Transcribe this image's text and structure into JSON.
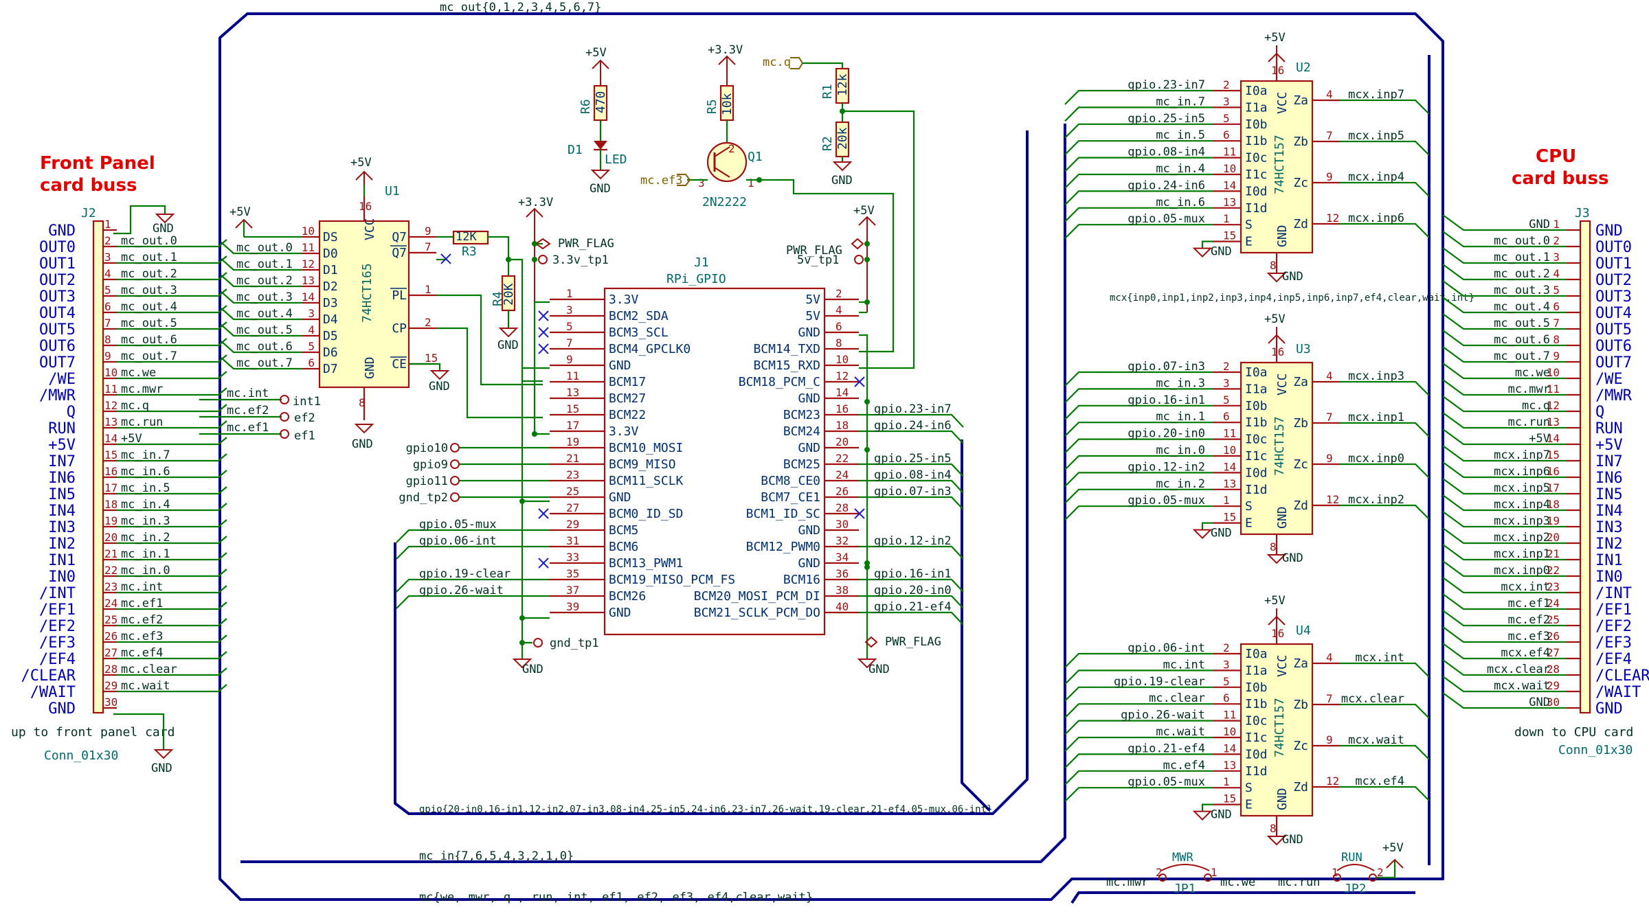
{
  "titles": {
    "front_panel_line1": "Front Panel",
    "front_panel_line2": "card buss",
    "cpu_line1": "CPU",
    "cpu_line2": "card buss"
  },
  "connectors": {
    "J2": {
      "ref": "J2",
      "value": "Conn_01x30",
      "desc": "up to front panel card",
      "labels": [
        "GND",
        "OUT0",
        "OUT1",
        "OUT2",
        "OUT3",
        "OUT4",
        "OUT5",
        "OUT6",
        "OUT7",
        "/WE",
        "/MWR",
        "Q",
        "RUN",
        "+5V",
        "IN7",
        "IN6",
        "IN5",
        "IN4",
        "IN3",
        "IN2",
        "IN1",
        "IN0",
        "/INT",
        "/EF1",
        "/EF2",
        "/EF3",
        "/EF4",
        "/CLEAR",
        "/WAIT",
        "GND"
      ],
      "nets": [
        "",
        "mc_out.0",
        "mc_out.1",
        "mc_out.2",
        "mc_out.3",
        "mc_out.4",
        "mc_out.5",
        "mc_out.6",
        "mc_out.7",
        "mc.we",
        "mc.mwr",
        "mc.q",
        "mc.run",
        "+5V",
        "mc_in.7",
        "mc_in.6",
        "mc_in.5",
        "mc_in.4",
        "mc_in.3",
        "mc_in.2",
        "mc_in.1",
        "mc_in.0",
        "mc.int",
        "mc.ef1",
        "mc.ef2",
        "mc.ef3",
        "mc.ef4",
        "mc.clear",
        "mc.wait",
        ""
      ]
    },
    "J3": {
      "ref": "J3",
      "value": "Conn_01x30",
      "desc": "down to CPU card",
      "labels": [
        "GND",
        "OUT0",
        "OUT1",
        "OUT2",
        "OUT3",
        "OUT4",
        "OUT5",
        "OUT6",
        "OUT7",
        "/WE",
        "/MWR",
        "Q",
        "RUN",
        "+5V",
        "IN7",
        "IN6",
        "IN5",
        "IN4",
        "IN3",
        "IN2",
        "IN1",
        "IN0",
        "/INT",
        "/EF1",
        "/EF2",
        "/EF3",
        "/EF4",
        "/CLEAR",
        "/WAIT",
        "GND"
      ],
      "nets": [
        "GND",
        "mc_out.0",
        "mc_out.1",
        "mc_out.2",
        "mc_out.3",
        "mc_out.4",
        "mc_out.5",
        "mc_out.6",
        "mc_out.7",
        "mc.we",
        "mc.mwr",
        "mc.q",
        "mc.run",
        "+5V",
        "mcx.inp7",
        "mcx.inp6",
        "mcx.inp5",
        "mcx.inp4",
        "mcx.inp3",
        "mcx.inp2",
        "mcx.inp1",
        "mcx.inp0",
        "mcx.int",
        "mc.ef1",
        "mc.ef2",
        "mc.ef3",
        "mcx.ef4",
        "mcx.clear",
        "mcx.wait",
        "GND"
      ]
    }
  },
  "u1": {
    "ref": "U1",
    "value": "74HCT165",
    "left_pins": [
      [
        "DS",
        "10"
      ],
      [
        "D0",
        "11"
      ],
      [
        "D1",
        "12"
      ],
      [
        "D2",
        "13"
      ],
      [
        "D3",
        "14"
      ],
      [
        "D4",
        "3"
      ],
      [
        "D5",
        "4"
      ],
      [
        "D6",
        "5"
      ],
      [
        "D7",
        "6"
      ]
    ],
    "left_nets": [
      "mc_out.0",
      "mc_out.1",
      "mc_out.2",
      "mc_out.3",
      "mc_out.4",
      "mc_out.5",
      "mc_out.6",
      "mc_out.7"
    ],
    "right_pins": [
      [
        "Q7",
        "9"
      ],
      [
        "Q7",
        "7"
      ],
      [
        "PL",
        "1"
      ],
      [
        "CP",
        "2"
      ],
      [
        "CE",
        "15"
      ]
    ],
    "vcc": "VCC",
    "vcc_pin": "16",
    "gnd": "GND",
    "gnd_pin": "8"
  },
  "flags": {
    "int1": "int1",
    "ef2_tp": "ef2",
    "ef1_tp": "ef1",
    "int_net": "mc.int",
    "ef2_net": "mc.ef2",
    "ef1_net": "mc.ef1"
  },
  "power": {
    "p5v": "+5V",
    "p33v": "+3.3V",
    "gnd": "GND",
    "pwr_flag": "PWR_FLAG",
    "tp_33": "3.3v_tp1",
    "tp_5v": "5v_tp1",
    "tp_gnd": "gnd_tp1",
    "tp_gnd2": "gnd_tp2"
  },
  "passives": {
    "R6": {
      "ref": "R6",
      "value": "470"
    },
    "D1": {
      "ref": "D1",
      "value": "LED"
    },
    "R5": {
      "ref": "R5",
      "value": "10k"
    },
    "Q1": {
      "ref": "Q1",
      "value": "2N2222",
      "base_net": "mc.ef3"
    },
    "R1": {
      "ref": "R1",
      "value": "12k",
      "net": "mc.q"
    },
    "R2": {
      "ref": "R2",
      "value": "20k"
    },
    "R3": {
      "ref": "R3",
      "value": "12K"
    },
    "R4": {
      "ref": "R4",
      "value": "20K"
    }
  },
  "j1": {
    "ref": "J1",
    "value": "RPi_GPIO",
    "left": [
      [
        "3.3V",
        "1"
      ],
      [
        "BCM2_SDA",
        "3"
      ],
      [
        "BCM3_SCL",
        "5"
      ],
      [
        "BCM4_GPCLK0",
        "7"
      ],
      [
        "GND",
        "9"
      ],
      [
        "BCM17",
        "11"
      ],
      [
        "BCM27",
        "13"
      ],
      [
        "BCM22",
        "15"
      ],
      [
        "3.3V",
        "17"
      ],
      [
        "BCM10_MOSI",
        "19"
      ],
      [
        "BCM9_MISO",
        "21"
      ],
      [
        "BCM11_SCLK",
        "23"
      ],
      [
        "GND",
        "25"
      ],
      [
        "BCM0_ID_SD",
        "27"
      ],
      [
        "BCM5",
        "29"
      ],
      [
        "BCM6",
        "31"
      ],
      [
        "BCM13_PWM1",
        "33"
      ],
      [
        "BCM19_MISO_PCM_FS",
        "35"
      ],
      [
        "BCM26",
        "37"
      ],
      [
        "GND",
        "39"
      ]
    ],
    "right": [
      [
        "5V",
        "2"
      ],
      [
        "5V",
        "4"
      ],
      [
        "GND",
        "6"
      ],
      [
        "BCM14_TXD",
        "8"
      ],
      [
        "BCM15_RXD",
        "10"
      ],
      [
        "BCM18_PCM_C",
        "12"
      ],
      [
        "GND",
        "14"
      ],
      [
        "BCM23",
        "16"
      ],
      [
        "BCM24",
        "18"
      ],
      [
        "GND",
        "20"
      ],
      [
        "BCM25",
        "22"
      ],
      [
        "BCM8_CE0",
        "24"
      ],
      [
        "BCM7_CE1",
        "26"
      ],
      [
        "BCM1_ID_SC",
        "28"
      ],
      [
        "GND",
        "30"
      ],
      [
        "BCM12_PWM0",
        "32"
      ],
      [
        "GND",
        "34"
      ],
      [
        "BCM16",
        "36"
      ],
      [
        "BCM20_MOSI_PCM_DI",
        "38"
      ],
      [
        "BCM21_SCLK_PCM_DO",
        "40"
      ]
    ],
    "left_nets": [
      "",
      "",
      "",
      "",
      "",
      "",
      "",
      "",
      "",
      "gpio10",
      "gpio9",
      "gpio11",
      "gnd_tp2",
      "",
      "gpio.05-mux",
      "gpio.06-int",
      "",
      "gpio.19-clear",
      "gpio.26-wait",
      ""
    ],
    "right_nets": [
      "",
      "",
      "",
      "",
      "",
      "",
      "",
      "gpio.23-in7",
      "gpio.24-in6",
      "",
      "gpio.25-in5",
      "gpio.08-in4",
      "gpio.07-in3",
      "",
      "",
      "gpio.12-in2",
      "",
      "gpio.16-in1",
      "gpio.20-in0",
      "gpio.21-ef4"
    ]
  },
  "muxes": [
    {
      "ref": "U2",
      "value": "74HCT157",
      "in_pins": [
        [
          "I0a",
          "2"
        ],
        [
          "I1a",
          "3"
        ],
        [
          "I0b",
          "5"
        ],
        [
          "I1b",
          "6"
        ],
        [
          "I0c",
          "11"
        ],
        [
          "I1c",
          "10"
        ],
        [
          "I0d",
          "14"
        ],
        [
          "I1d",
          "13"
        ],
        [
          "S",
          "1"
        ],
        [
          "E",
          "15"
        ]
      ],
      "in_nets": [
        "gpio.23-in7",
        "mc_in.7",
        "gpio.25-in5",
        "mc_in.5",
        "gpio.08-in4",
        "mc_in.4",
        "gpio.24-in6",
        "mc_in.6",
        "gpio.05-mux",
        ""
      ],
      "out_pins": [
        [
          "Za",
          "4"
        ],
        [
          "Zb",
          "7"
        ],
        [
          "Zc",
          "9"
        ],
        [
          "Zd",
          "12"
        ]
      ],
      "out_nets": [
        "mcx.inp7",
        "mcx.inp5",
        "mcx.inp4",
        "mcx.inp6"
      ]
    },
    {
      "ref": "U3",
      "value": "74HCT157",
      "in_pins": [
        [
          "I0a",
          "2"
        ],
        [
          "I1a",
          "3"
        ],
        [
          "I0b",
          "5"
        ],
        [
          "I1b",
          "6"
        ],
        [
          "I0c",
          "11"
        ],
        [
          "I1c",
          "10"
        ],
        [
          "I0d",
          "14"
        ],
        [
          "I1d",
          "13"
        ],
        [
          "S",
          "1"
        ],
        [
          "E",
          "15"
        ]
      ],
      "in_nets": [
        "gpio.07-in3",
        "mc_in.3",
        "gpio.16-in1",
        "mc_in.1",
        "gpio.20-in0",
        "mc_in.0",
        "gpio.12-in2",
        "mc_in.2",
        "gpio.05-mux",
        ""
      ],
      "out_pins": [
        [
          "Za",
          "4"
        ],
        [
          "Zb",
          "7"
        ],
        [
          "Zc",
          "9"
        ],
        [
          "Zd",
          "12"
        ]
      ],
      "out_nets": [
        "mcx.inp3",
        "mcx.inp1",
        "mcx.inp0",
        "mcx.inp2"
      ]
    },
    {
      "ref": "U4",
      "value": "74HCT157",
      "in_pins": [
        [
          "I0a",
          "2"
        ],
        [
          "I1a",
          "3"
        ],
        [
          "I0b",
          "5"
        ],
        [
          "I1b",
          "6"
        ],
        [
          "I0c",
          "11"
        ],
        [
          "I1c",
          "10"
        ],
        [
          "I0d",
          "14"
        ],
        [
          "I1d",
          "13"
        ],
        [
          "S",
          "1"
        ],
        [
          "E",
          "15"
        ]
      ],
      "in_nets": [
        "gpio.06-int",
        "mc.int",
        "gpio.19-clear",
        "mc.clear",
        "gpio.26-wait",
        "mc.wait",
        "gpio.21-ef4",
        "mc.ef4",
        "gpio.05-mux",
        ""
      ],
      "out_pins": [
        [
          "Za",
          "4"
        ],
        [
          "Zb",
          "7"
        ],
        [
          "Zc",
          "9"
        ],
        [
          "Zd",
          "12"
        ]
      ],
      "out_nets": [
        "mcx.int",
        "mcx.clear",
        "mcx.wait",
        "mcx.ef4"
      ]
    }
  ],
  "mux_pin_labels": {
    "vcc": "VCC",
    "vcc_pin": "16",
    "gnd": "GND",
    "gnd_pin": "8"
  },
  "buses": {
    "mc_out": "mc_out{0,1,2,3,4,5,6,7}",
    "mc_in": "mc_in{7,6,5,4,3,2,1,0}",
    "mc": "mc{we, mwr, q , run, int, ef1, ef2, ef3, ef4,clear,wait}",
    "gpio": "gpio{20-in0,16-in1,12-in2,07-in3,08-in4,25-in5,24-in6,23-in7,26-wait,19-clear,21-ef4,05-mux,06-int}",
    "mcx": "mcx{inp0,inp1,inp2,inp3,inp4,inp5,inp6,inp7,ef4,clear,wait,int}"
  },
  "jumpers": {
    "JP1": {
      "ref": "JP1",
      "title": "MWR",
      "left": "mc.mwr",
      "right": "mc.we"
    },
    "JP2": {
      "ref": "JP2",
      "title": "RUN",
      "left": "mc.run",
      "power": "+5V"
    }
  }
}
